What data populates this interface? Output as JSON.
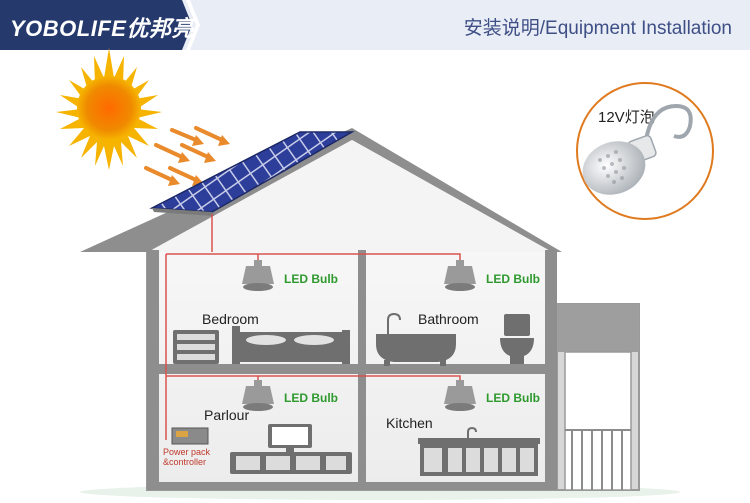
{
  "header": {
    "brand": "YOBOLIFE优邦亮",
    "title": "安装说明/Equipment Installation"
  },
  "callout": {
    "label": "12V灯泡"
  },
  "rooms": {
    "bedroom": "Bedroom",
    "bathroom": "Bathroom",
    "parlour": "Parlour",
    "kitchen": "Kitchen"
  },
  "bulb_label": "LED Bulb",
  "power_pack": {
    "line1": "Power pack",
    "line2": "&controller"
  },
  "colors": {
    "header_bg": "#e9edf6",
    "brand_bg": "#26396d",
    "title_text": "#3e4f86",
    "wire": "#d9534f",
    "bulb_label": "#2e9a2e",
    "sun": "#f6b400",
    "arrow": "#e98a2c",
    "panel": "#2d3e9a"
  },
  "icons": [
    "sun-icon",
    "solar-panel-icon",
    "led-bulb-icon",
    "bed-icon",
    "dresser-icon",
    "bathtub-icon",
    "toilet-icon",
    "tv-icon",
    "tv-cabinet-icon",
    "power-pack-icon",
    "kitchen-cabinet-icon",
    "faucet-icon",
    "hook-bulb-icon"
  ]
}
